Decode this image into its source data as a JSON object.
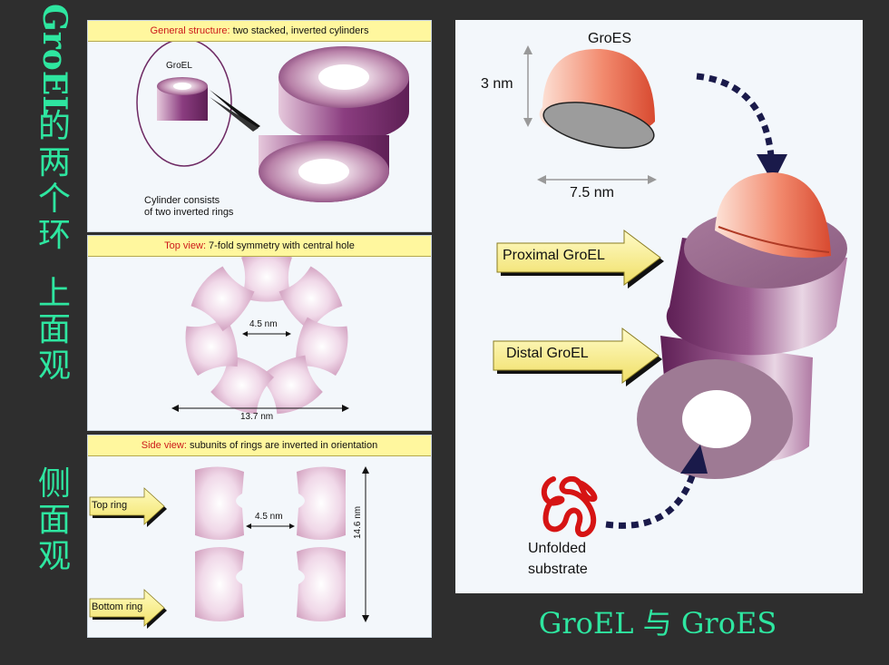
{
  "side_title": {
    "groel_latin": "GroEL",
    "groel_cn": "的两个环",
    "top_view": "上面观",
    "side_view": "侧面观"
  },
  "panel_general": {
    "header_highlight": "General structure:",
    "header_rest": " two stacked, inverted cylinders",
    "groel_tag": "GroEL",
    "caption_line1": "Cylinder consists",
    "caption_line2": "of two inverted rings"
  },
  "panel_top": {
    "header_highlight": "Top view:",
    "header_rest": " 7-fold symmetry with central hole",
    "inner_dim": "4.5 nm",
    "outer_dim": "13.7 nm"
  },
  "panel_side": {
    "header_highlight": "Side view:",
    "header_rest": " subunits of rings are inverted in orientation",
    "top_ring": "Top ring",
    "bottom_ring": "Bottom ring",
    "inner_dim": "4.5 nm",
    "height_dim": "14.6 nm"
  },
  "right": {
    "groes_label": "GroES",
    "height_dim": "3 nm",
    "width_dim": "7.5 nm",
    "proximal": "Proximal GroEL",
    "distal": "Distal GroEL",
    "unfolded_line1": "Unfolded",
    "unfolded_line2": "substrate"
  },
  "bottom_title": "GroEL 与 GroES",
  "colors": {
    "accent_green": "#2ee6a0",
    "header_yellow": "#fff79e",
    "ring_purple": "#7a2a6e",
    "cap_orange": "#f07a5e",
    "highlight_red": "#cc1a1a"
  }
}
